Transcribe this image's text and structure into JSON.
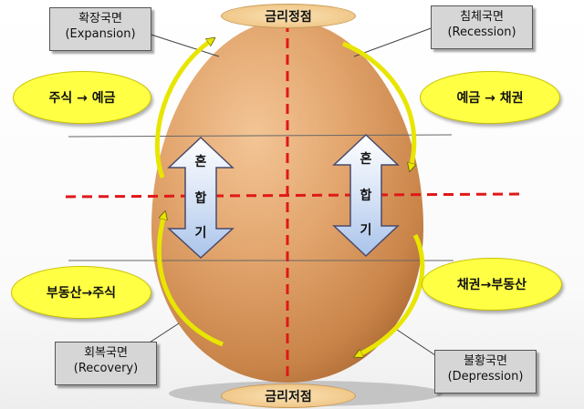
{
  "top_label": "금리정점",
  "bottom_label": "금리저점",
  "phases": {
    "expansion": {
      "ko": "확장국면",
      "en": "(Expansion)"
    },
    "recession": {
      "ko": "침체국면",
      "en": "(Recession)"
    },
    "recovery": {
      "ko": "회복국면",
      "en": "(Recovery)"
    },
    "depression": {
      "ko": "불황국면",
      "en": "(Depression)"
    }
  },
  "transitions": {
    "stock_to_deposit": "주식 → 예금",
    "deposit_to_bond": "예금 → 채권",
    "realestate_to_stock": "부동산→주식",
    "bond_to_realestate": "채권→부동산"
  },
  "mixed_period": {
    "chars": [
      "혼",
      "합",
      "기"
    ]
  },
  "colors": {
    "egg": "#e0a66f",
    "divider": "#e01818",
    "oval_fill": "#ffff44",
    "box_fill": "#d6d6d6",
    "double_arrow_fill": "#c9d9f2"
  }
}
